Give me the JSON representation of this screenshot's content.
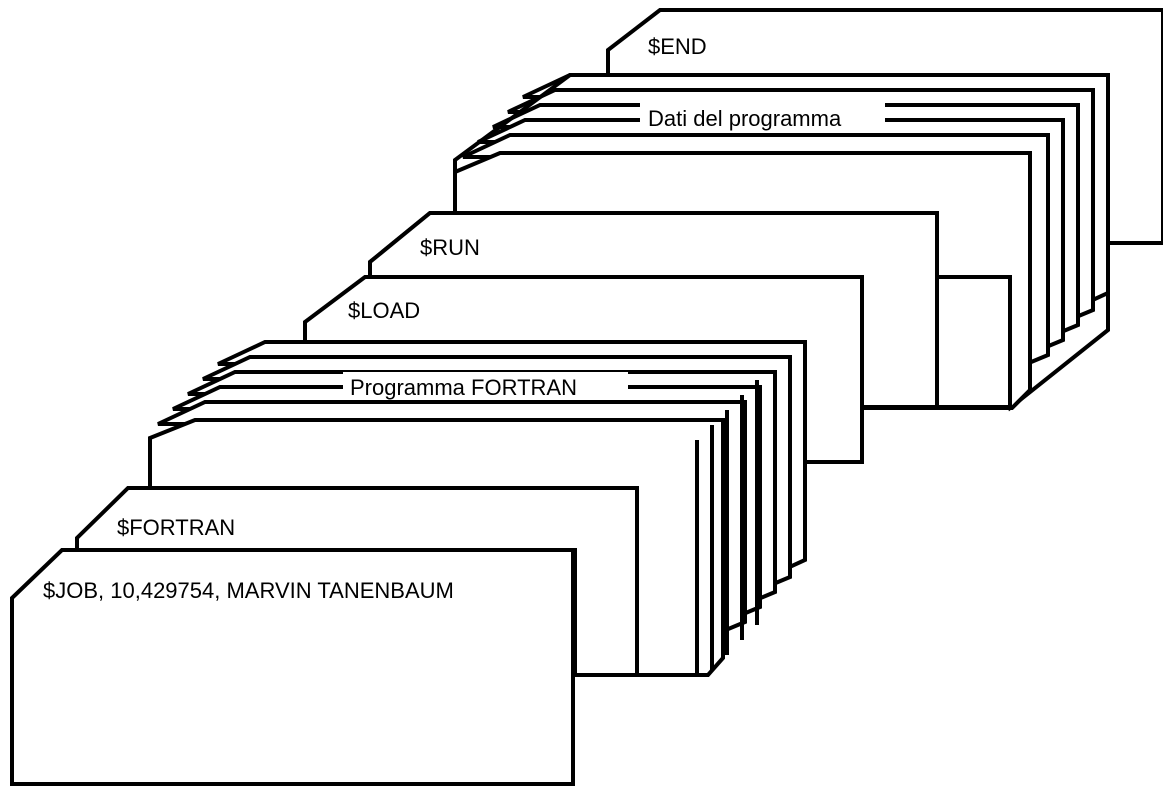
{
  "diagram": {
    "cards": {
      "end": "$END",
      "program_data": "Dati del programma",
      "run": "$RUN",
      "load": "$LOAD",
      "fortran_program": "Programma FORTRAN",
      "fortran": "$FORTRAN",
      "job": "$JOB, 10,429754, MARVIN TANENBAUM"
    },
    "colors": {
      "stroke": "#000000",
      "fill": "#ffffff"
    }
  }
}
